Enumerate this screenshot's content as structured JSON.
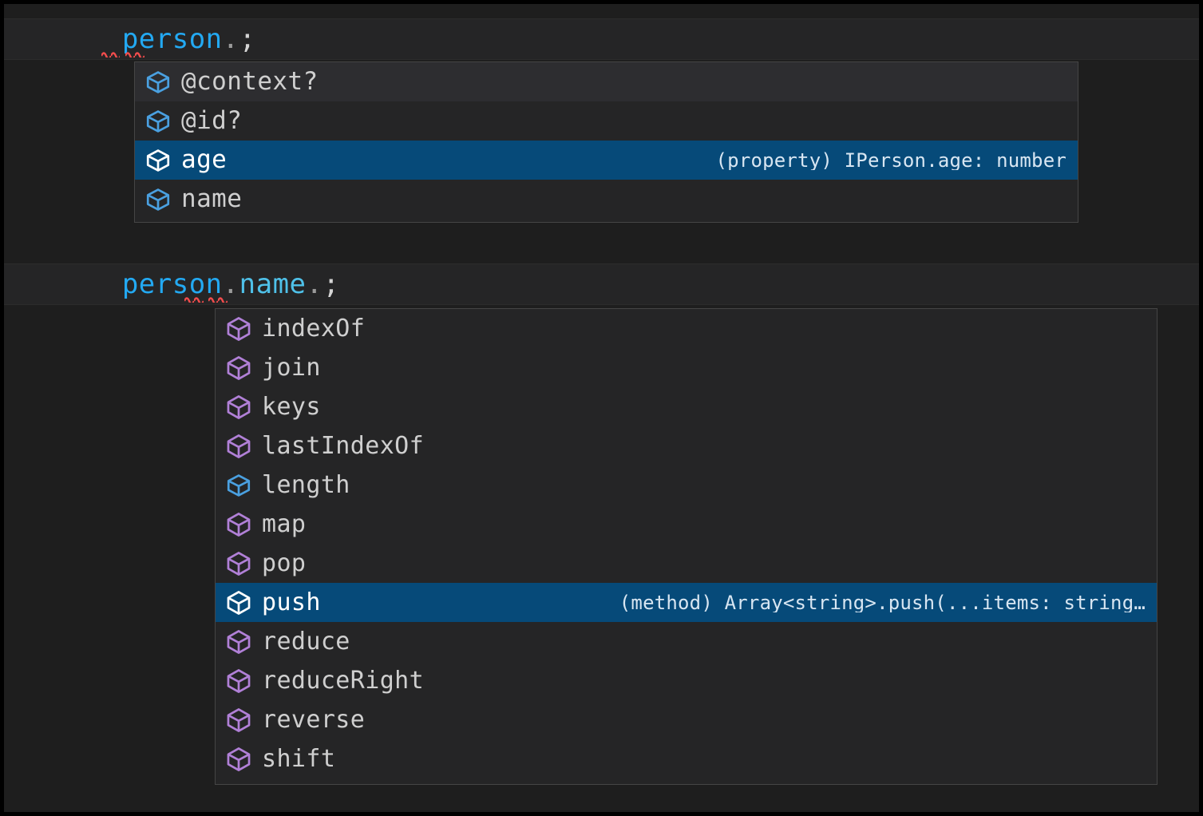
{
  "theme": {
    "editor_background": "#1e1e1e",
    "current_line_background": "#252526",
    "suggest_background": "#252526",
    "suggest_border": "#454545",
    "selected_row_background": "#064a79",
    "focused_row_background": "#2d2d30",
    "variable_color": "#23a9f2",
    "property_color": "#4fc1e9",
    "punctuation_color": "#9a9a9a",
    "label_color": "#cfcfcf",
    "selected_label_color": "#ffffff",
    "detail_color": "#d8e6f2",
    "property_icon_color": "#4aa0e0",
    "method_icon_color": "#b180d7",
    "selected_icon_color": "#ffffff",
    "error_squiggle_color": "#f14c4c"
  },
  "editor": {
    "lines": [
      {
        "id": "line-1",
        "tokens": [
          {
            "text": "person",
            "kind": "variable"
          },
          {
            "text": ".",
            "kind": "punctuation"
          },
          {
            "text": ";",
            "kind": "semicolon"
          }
        ],
        "plain": "person.;"
      },
      {
        "id": "line-2",
        "tokens": [
          {
            "text": "person",
            "kind": "variable"
          },
          {
            "text": ".",
            "kind": "punctuation"
          },
          {
            "text": "name",
            "kind": "property"
          },
          {
            "text": ".",
            "kind": "punctuation"
          },
          {
            "text": ";",
            "kind": "semicolon"
          }
        ],
        "plain": "person.name.;"
      }
    ]
  },
  "suggest_widgets": [
    {
      "id": "suggest-person",
      "trigger": "person.",
      "selected_index": 2,
      "focused_index": 0,
      "rows": [
        {
          "label": "@context?",
          "icon": "property-cube-icon",
          "icon_kind": "property",
          "detail": "",
          "state": "focused"
        },
        {
          "label": "@id?",
          "icon": "property-cube-icon",
          "icon_kind": "property",
          "detail": "",
          "state": "normal"
        },
        {
          "label": "age",
          "icon": "property-cube-icon",
          "icon_kind": "property",
          "detail": "(property) IPerson.age: number",
          "state": "selected"
        },
        {
          "label": "name",
          "icon": "property-cube-icon",
          "icon_kind": "property",
          "detail": "",
          "state": "normal"
        }
      ]
    },
    {
      "id": "suggest-person-name",
      "trigger": "person.name.",
      "selected_index": 7,
      "focused_index": -1,
      "rows": [
        {
          "label": "indexOf",
          "icon": "method-cube-icon",
          "icon_kind": "method",
          "detail": "",
          "state": "normal"
        },
        {
          "label": "join",
          "icon": "method-cube-icon",
          "icon_kind": "method",
          "detail": "",
          "state": "normal"
        },
        {
          "label": "keys",
          "icon": "method-cube-icon",
          "icon_kind": "method",
          "detail": "",
          "state": "normal"
        },
        {
          "label": "lastIndexOf",
          "icon": "method-cube-icon",
          "icon_kind": "method",
          "detail": "",
          "state": "normal"
        },
        {
          "label": "length",
          "icon": "property-cube-icon",
          "icon_kind": "property",
          "detail": "",
          "state": "normal"
        },
        {
          "label": "map",
          "icon": "method-cube-icon",
          "icon_kind": "method",
          "detail": "",
          "state": "normal"
        },
        {
          "label": "pop",
          "icon": "method-cube-icon",
          "icon_kind": "method",
          "detail": "",
          "state": "normal"
        },
        {
          "label": "push",
          "icon": "method-cube-icon",
          "icon_kind": "method",
          "detail": "(method) Array<string>.push(...items: string…",
          "state": "selected"
        },
        {
          "label": "reduce",
          "icon": "method-cube-icon",
          "icon_kind": "method",
          "detail": "",
          "state": "normal"
        },
        {
          "label": "reduceRight",
          "icon": "method-cube-icon",
          "icon_kind": "method",
          "detail": "",
          "state": "normal"
        },
        {
          "label": "reverse",
          "icon": "method-cube-icon",
          "icon_kind": "method",
          "detail": "",
          "state": "normal"
        },
        {
          "label": "shift",
          "icon": "method-cube-icon",
          "icon_kind": "method",
          "detail": "",
          "state": "normal"
        }
      ]
    }
  ]
}
